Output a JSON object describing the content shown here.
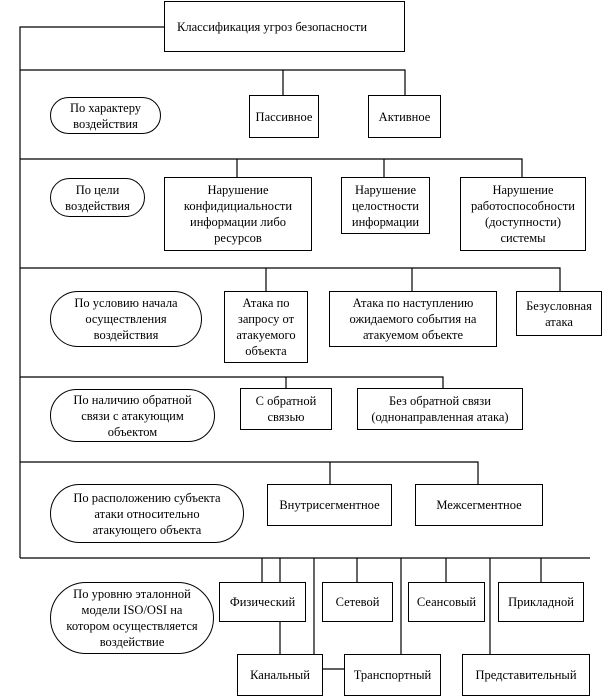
{
  "title": "Классификация угроз безопасности",
  "sections": [
    {
      "label": "По характеру\nвоздействия",
      "items": [
        "Пассивное",
        "Активное"
      ]
    },
    {
      "label": "По цели\nвоздействия",
      "items": [
        "Нарушение\nконфидициальности\nинформации либо\nресурсов",
        "Нарушение\nцелостности\nинформации",
        "Нарушение\nработоспособности\n(доступности)\nсистемы"
      ]
    },
    {
      "label": "По условию начала\nосуществления\nвоздействия",
      "items": [
        "Атака по\nзапросу от\nатакуемого\nобъекта",
        "Атака по наступлению\nожидаемого события на\nатакуемом объекте",
        "Безусловная\nатака"
      ]
    },
    {
      "label": "По наличию обратной\nсвязи с атакующим\nобъектом",
      "items": [
        "С обратной\nсвязью",
        "Без обратной связи\n(однонаправленная атака)"
      ]
    },
    {
      "label": "По расположению субъекта\nатаки относительно\nатакующего объекта",
      "items": [
        "Внутрисегментное",
        "Межсегментное"
      ]
    },
    {
      "label": "По уровню эталонной\nмодели ISO/OSI на\nкотором осуществляется\nвоздействие",
      "items": [
        "Физический",
        "Сетевой",
        "Сеансовый",
        "Прикладной",
        "Канальный",
        "Транспортный",
        "Представительный"
      ]
    }
  ]
}
